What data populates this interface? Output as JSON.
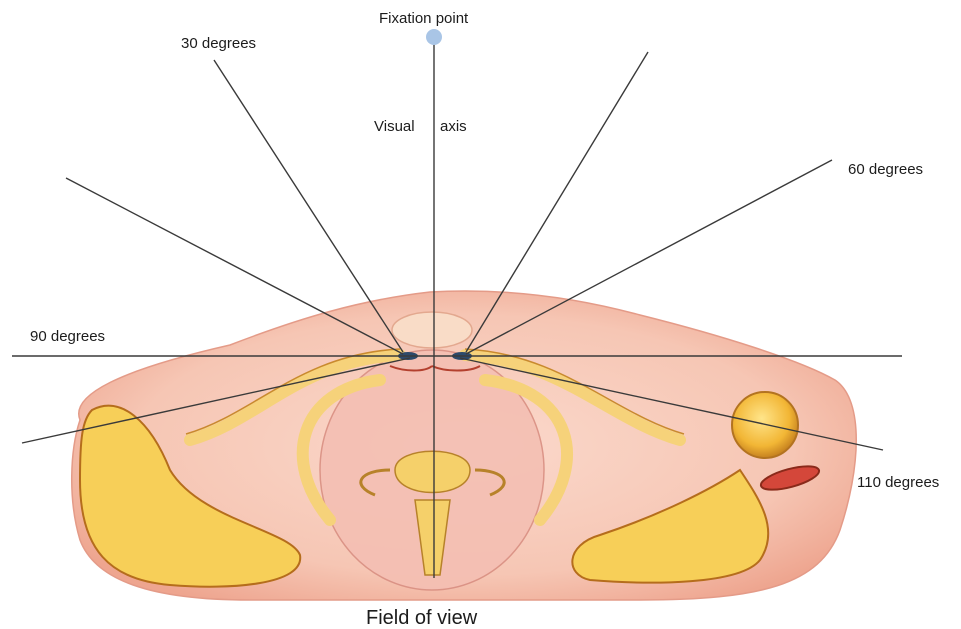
{
  "diagram": {
    "fixation_label": "Fixation point",
    "visual_label": "Visual",
    "axis_label": "axis",
    "deg30_label": "30 degrees",
    "deg60_label": "60 degrees",
    "deg90_label": "90 degrees",
    "deg110_label": "110 degrees",
    "caption": "Field of view"
  },
  "colors": {
    "line": "#3a3a3a",
    "fixation_dot": "#a9c5e6",
    "body_fill": "#f7cbbb",
    "bone_fill": "#f9d86e",
    "bone_stroke": "#c88a2a",
    "dark_accent": "#8a2a1a"
  }
}
